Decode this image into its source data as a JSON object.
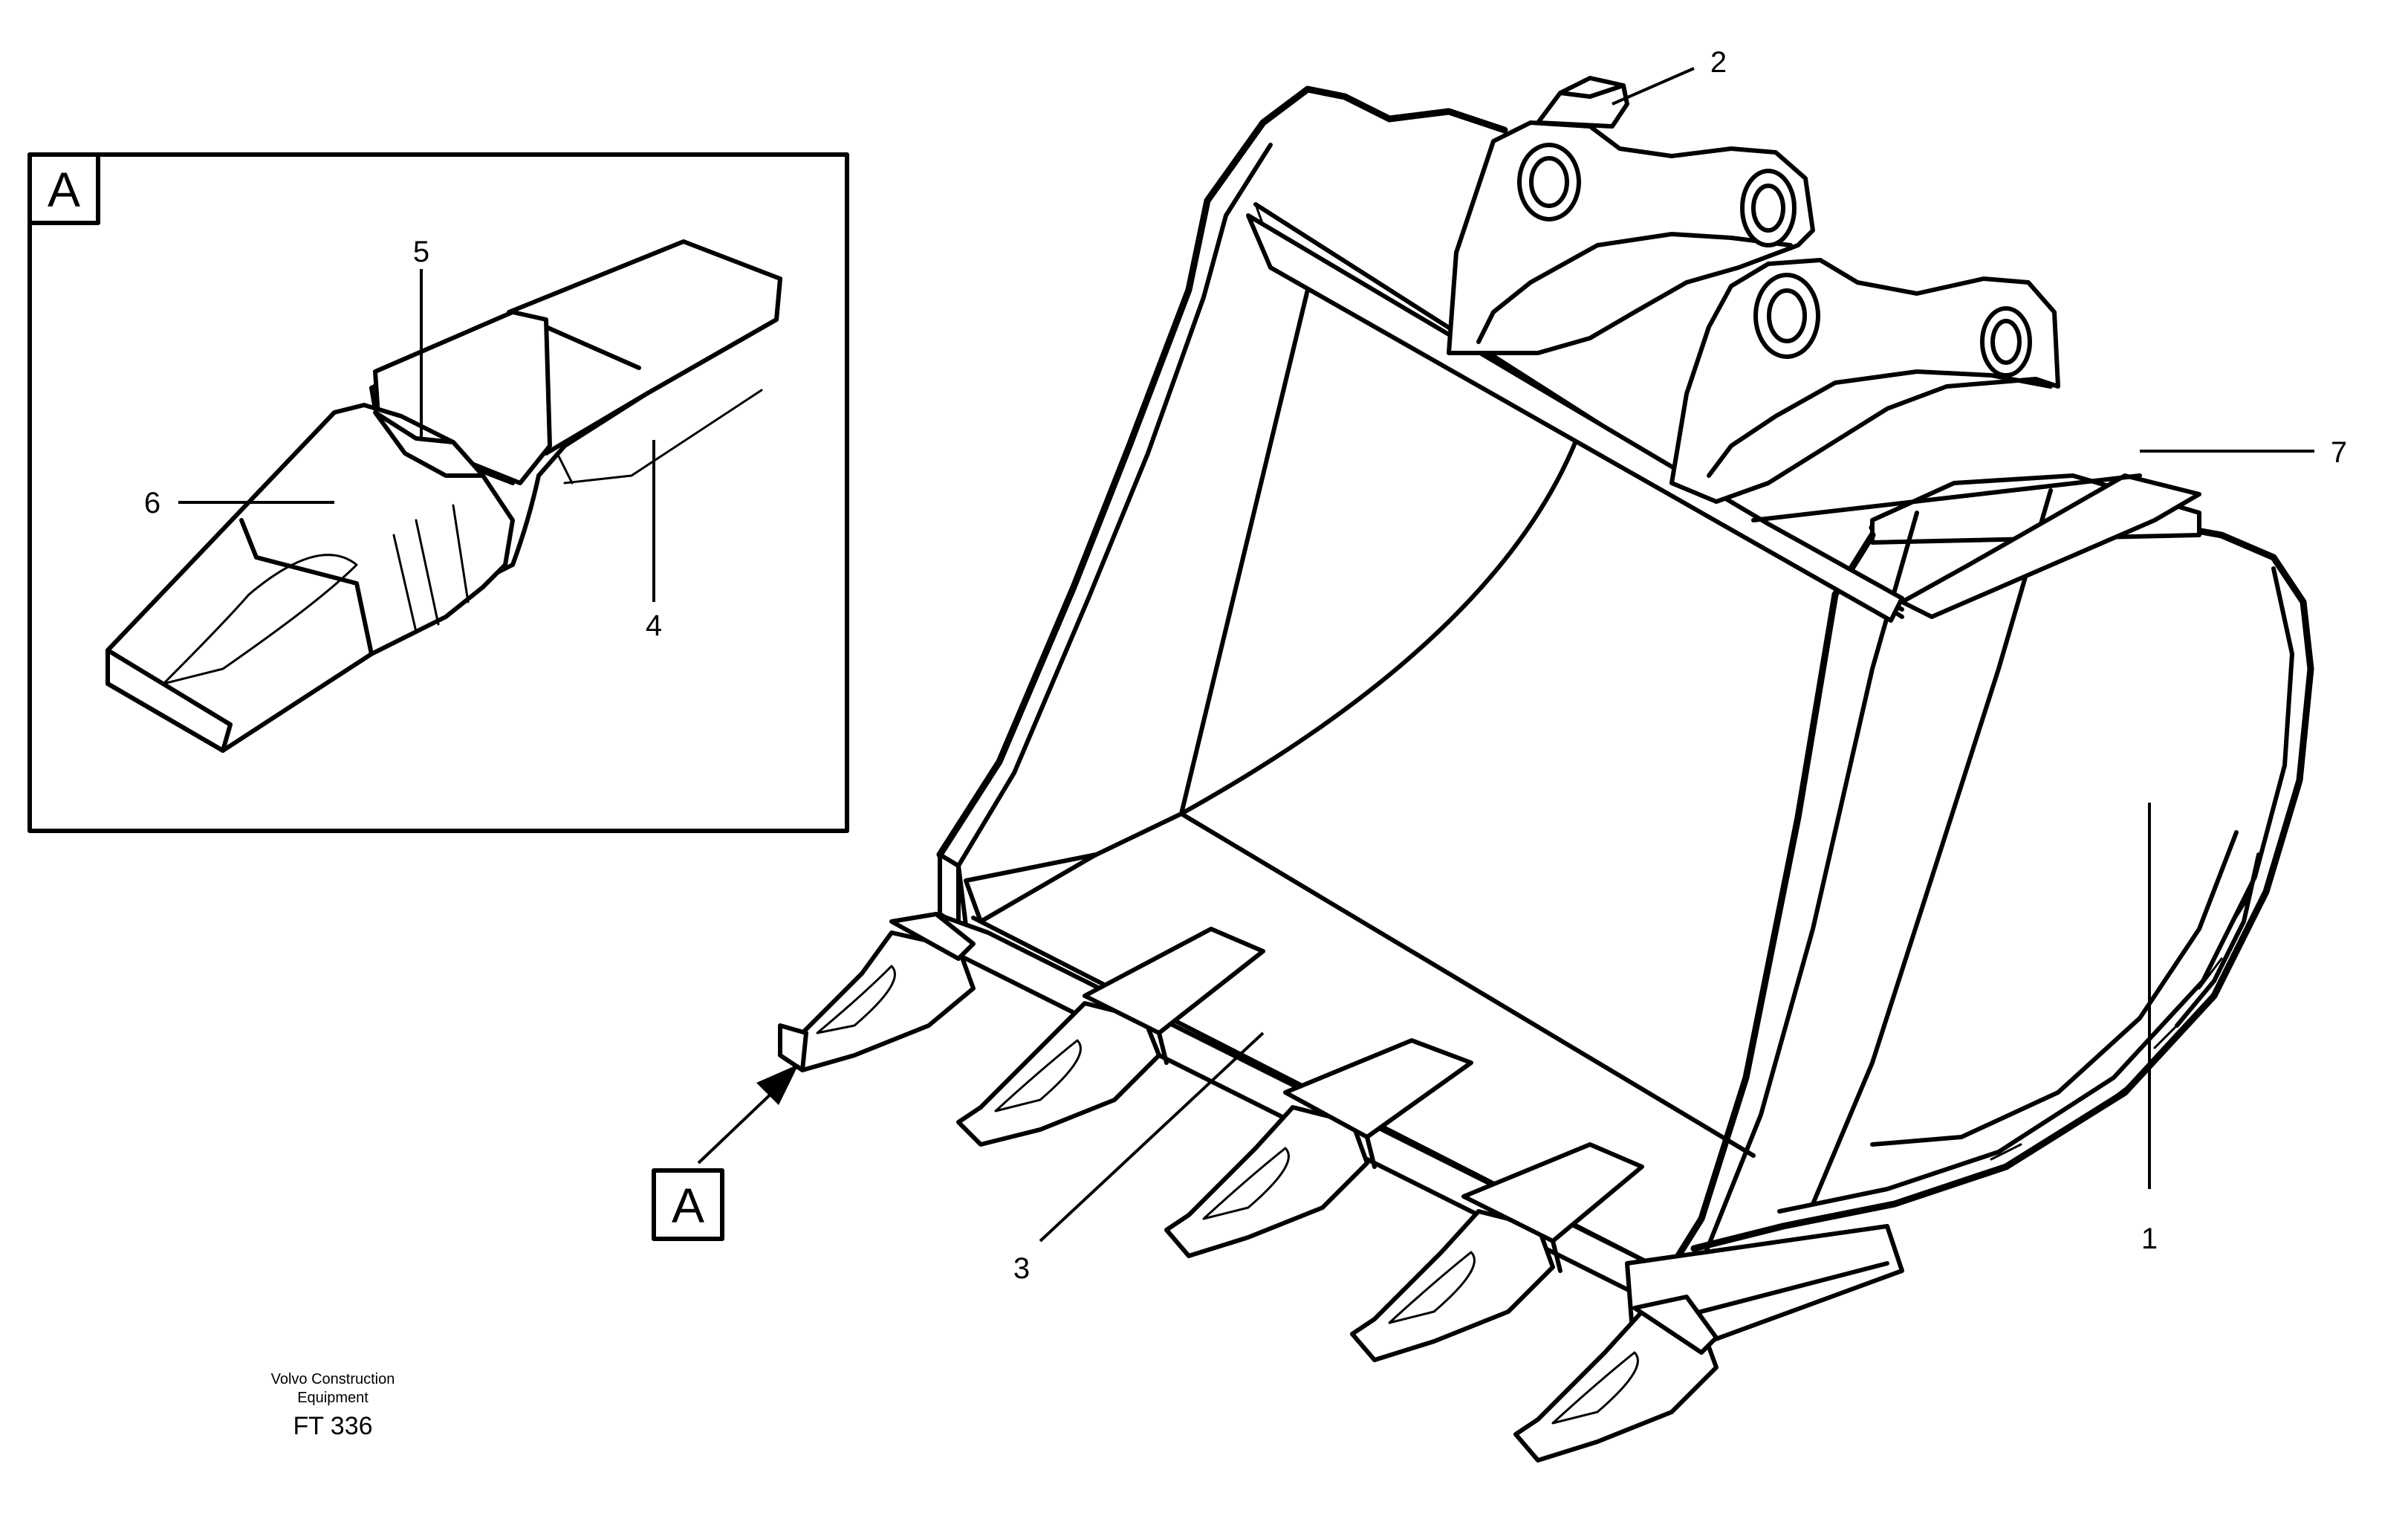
{
  "detail_view": {
    "label": "A"
  },
  "view_marker": {
    "label": "A"
  },
  "callouts": {
    "c1": "1",
    "c2": "2",
    "c3": "3",
    "c4": "4",
    "c5": "5",
    "c6": "6",
    "c7": "7"
  },
  "footer": {
    "line1": "Volvo Construction",
    "line2": "Equipment",
    "code": "FT 336"
  }
}
